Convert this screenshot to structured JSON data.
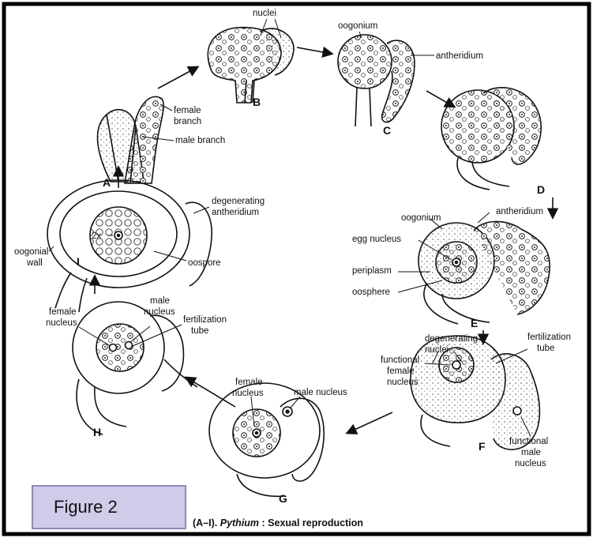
{
  "figure_label": "Figure 2",
  "caption": {
    "prefix": "(A–I). ",
    "genus": "Pythium",
    "suffix": " : Sexual reproduction"
  },
  "stages": {
    "A": "A",
    "B": "B",
    "C": "C",
    "D": "D",
    "E": "E",
    "F": "F",
    "G": "G",
    "H": "H",
    "I": "I"
  },
  "labels": {
    "nuclei": "nuclei",
    "oogonium_c": "oogonium",
    "antheridium_c": "antheridium",
    "female_branch_1": "female",
    "female_branch_2": "branch",
    "male_branch": "male branch",
    "degenerating_antheridium_1": "degenerating",
    "degenerating_antheridium_2": "antheridium",
    "two_x": "2x",
    "oogonial_wall_1": "oogonial",
    "oogonial_wall_2": "wall",
    "oospore": "oospore",
    "oogonium_e": "oogonium",
    "antheridium_e": "antheridium",
    "egg_nucleus": "egg nucleus",
    "periplasm": "periplasm",
    "oosphere": "oosphere",
    "female_nucleus_h_1": "female",
    "female_nucleus_h_2": "nucleus",
    "male_nucleus_h_1": "male",
    "male_nucleus_h_2": "nucleus",
    "fertilization_tube_h_1": "fertilization",
    "fertilization_tube_h_2": "tube",
    "degenerating_nuclei_1": "degenerating",
    "degenerating_nuclei_2": "nuclei",
    "fertilization_tube_f_1": "fertilization",
    "fertilization_tube_f_2": "tube",
    "functional_female_1": "functional",
    "functional_female_2": "female",
    "functional_female_3": "nucleus",
    "female_nucleus_g_1": "female",
    "female_nucleus_g_2": "nucleus",
    "male_nucleus_g": "male nucleus",
    "functional_male_1": "functional",
    "functional_male_2": "male",
    "functional_male_3": "nucleus"
  }
}
